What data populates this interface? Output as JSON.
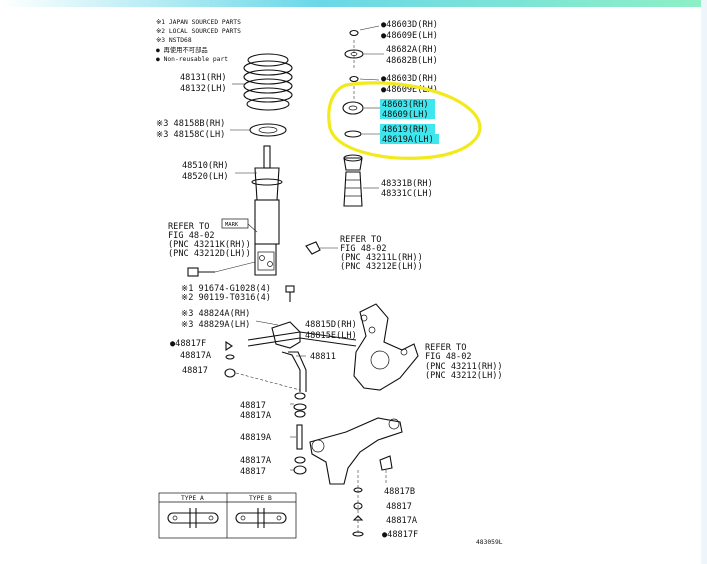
{
  "colors": {
    "highlight_fill": "#40e6ee",
    "annotation_circle": "#f2ea1a",
    "line_art": "#111111",
    "top_gradient_start": "#6ad8e8",
    "top_gradient_end": "#8ef0c4"
  },
  "legend": {
    "line1": "※1 JAPAN SOURCED PARTS",
    "line2": "※2 LOCAL SOURCED PARTS",
    "line3": "※3 NSTD68",
    "line4": "● 再使用不可部品",
    "line5": "● Non-reusable part"
  },
  "spring": {
    "rh": "48131(RH)",
    "lh": "48132(LH)"
  },
  "insulator": {
    "rh": "※3 48158B(RH)",
    "lh": "※3 48158C(LH)"
  },
  "strut": {
    "rh": "48510(RH)",
    "lh": "48520(LH)",
    "mark": "MARK"
  },
  "refer_left": {
    "line1": "REFER TO",
    "line2": "FIG 48-02",
    "line3": "(PNC 43211K(RH))",
    "line4": "(PNC 43212D(LH))"
  },
  "bolts": {
    "b1": "※1 91674-G1028(4)",
    "b2": "※2 90119-T0316(4)"
  },
  "bushing_stab": {
    "rh": "※3 48824A(RH)",
    "lh": "※3 48829A(LH)"
  },
  "link_parts": {
    "nut1": "●48817F",
    "washer1": "48817A",
    "nut2": "48817"
  },
  "stab_link": "48811",
  "stab_bracket": {
    "rh": "48815D(RH)",
    "lh": "48815E(LH)"
  },
  "refer_mid": {
    "line1": "REFER TO",
    "line2": "FIG 48-02",
    "line3": "(PNC 43211L(RH))",
    "line4": "(PNC 43212E(LH))"
  },
  "refer_right": {
    "line1": "REFER TO",
    "line2": "FIG 48-02",
    "line3": "(PNC 43211(RH))",
    "line4": "(PNC 43212(LH))"
  },
  "lower_link": {
    "l1": "48817",
    "l2": "48817A",
    "l3": "48819A",
    "l4": "48817A",
    "l5": "48817"
  },
  "arm_parts": {
    "p1": "48817B",
    "p2": "48817",
    "p3": "48817A",
    "p4": "●48817F"
  },
  "types": {
    "a": "TYPE A",
    "b": "TYPE B"
  },
  "right_column": {
    "r1a": "●48603D(RH)",
    "r1b": "●48609E(LH)",
    "r2a": "48682A(RH)",
    "r2b": "48682B(LH)",
    "r3a": "●48603D(RH)",
    "r3b": "●48609E(LH)",
    "r4a": "48603(RH)",
    "r4b": "48609(LH)",
    "r5a": "48619(RH)",
    "r5b": "48619A(LH)",
    "r6a": "48331B(RH)",
    "r6b": "48331C(LH)"
  },
  "figure_code": "483059L"
}
